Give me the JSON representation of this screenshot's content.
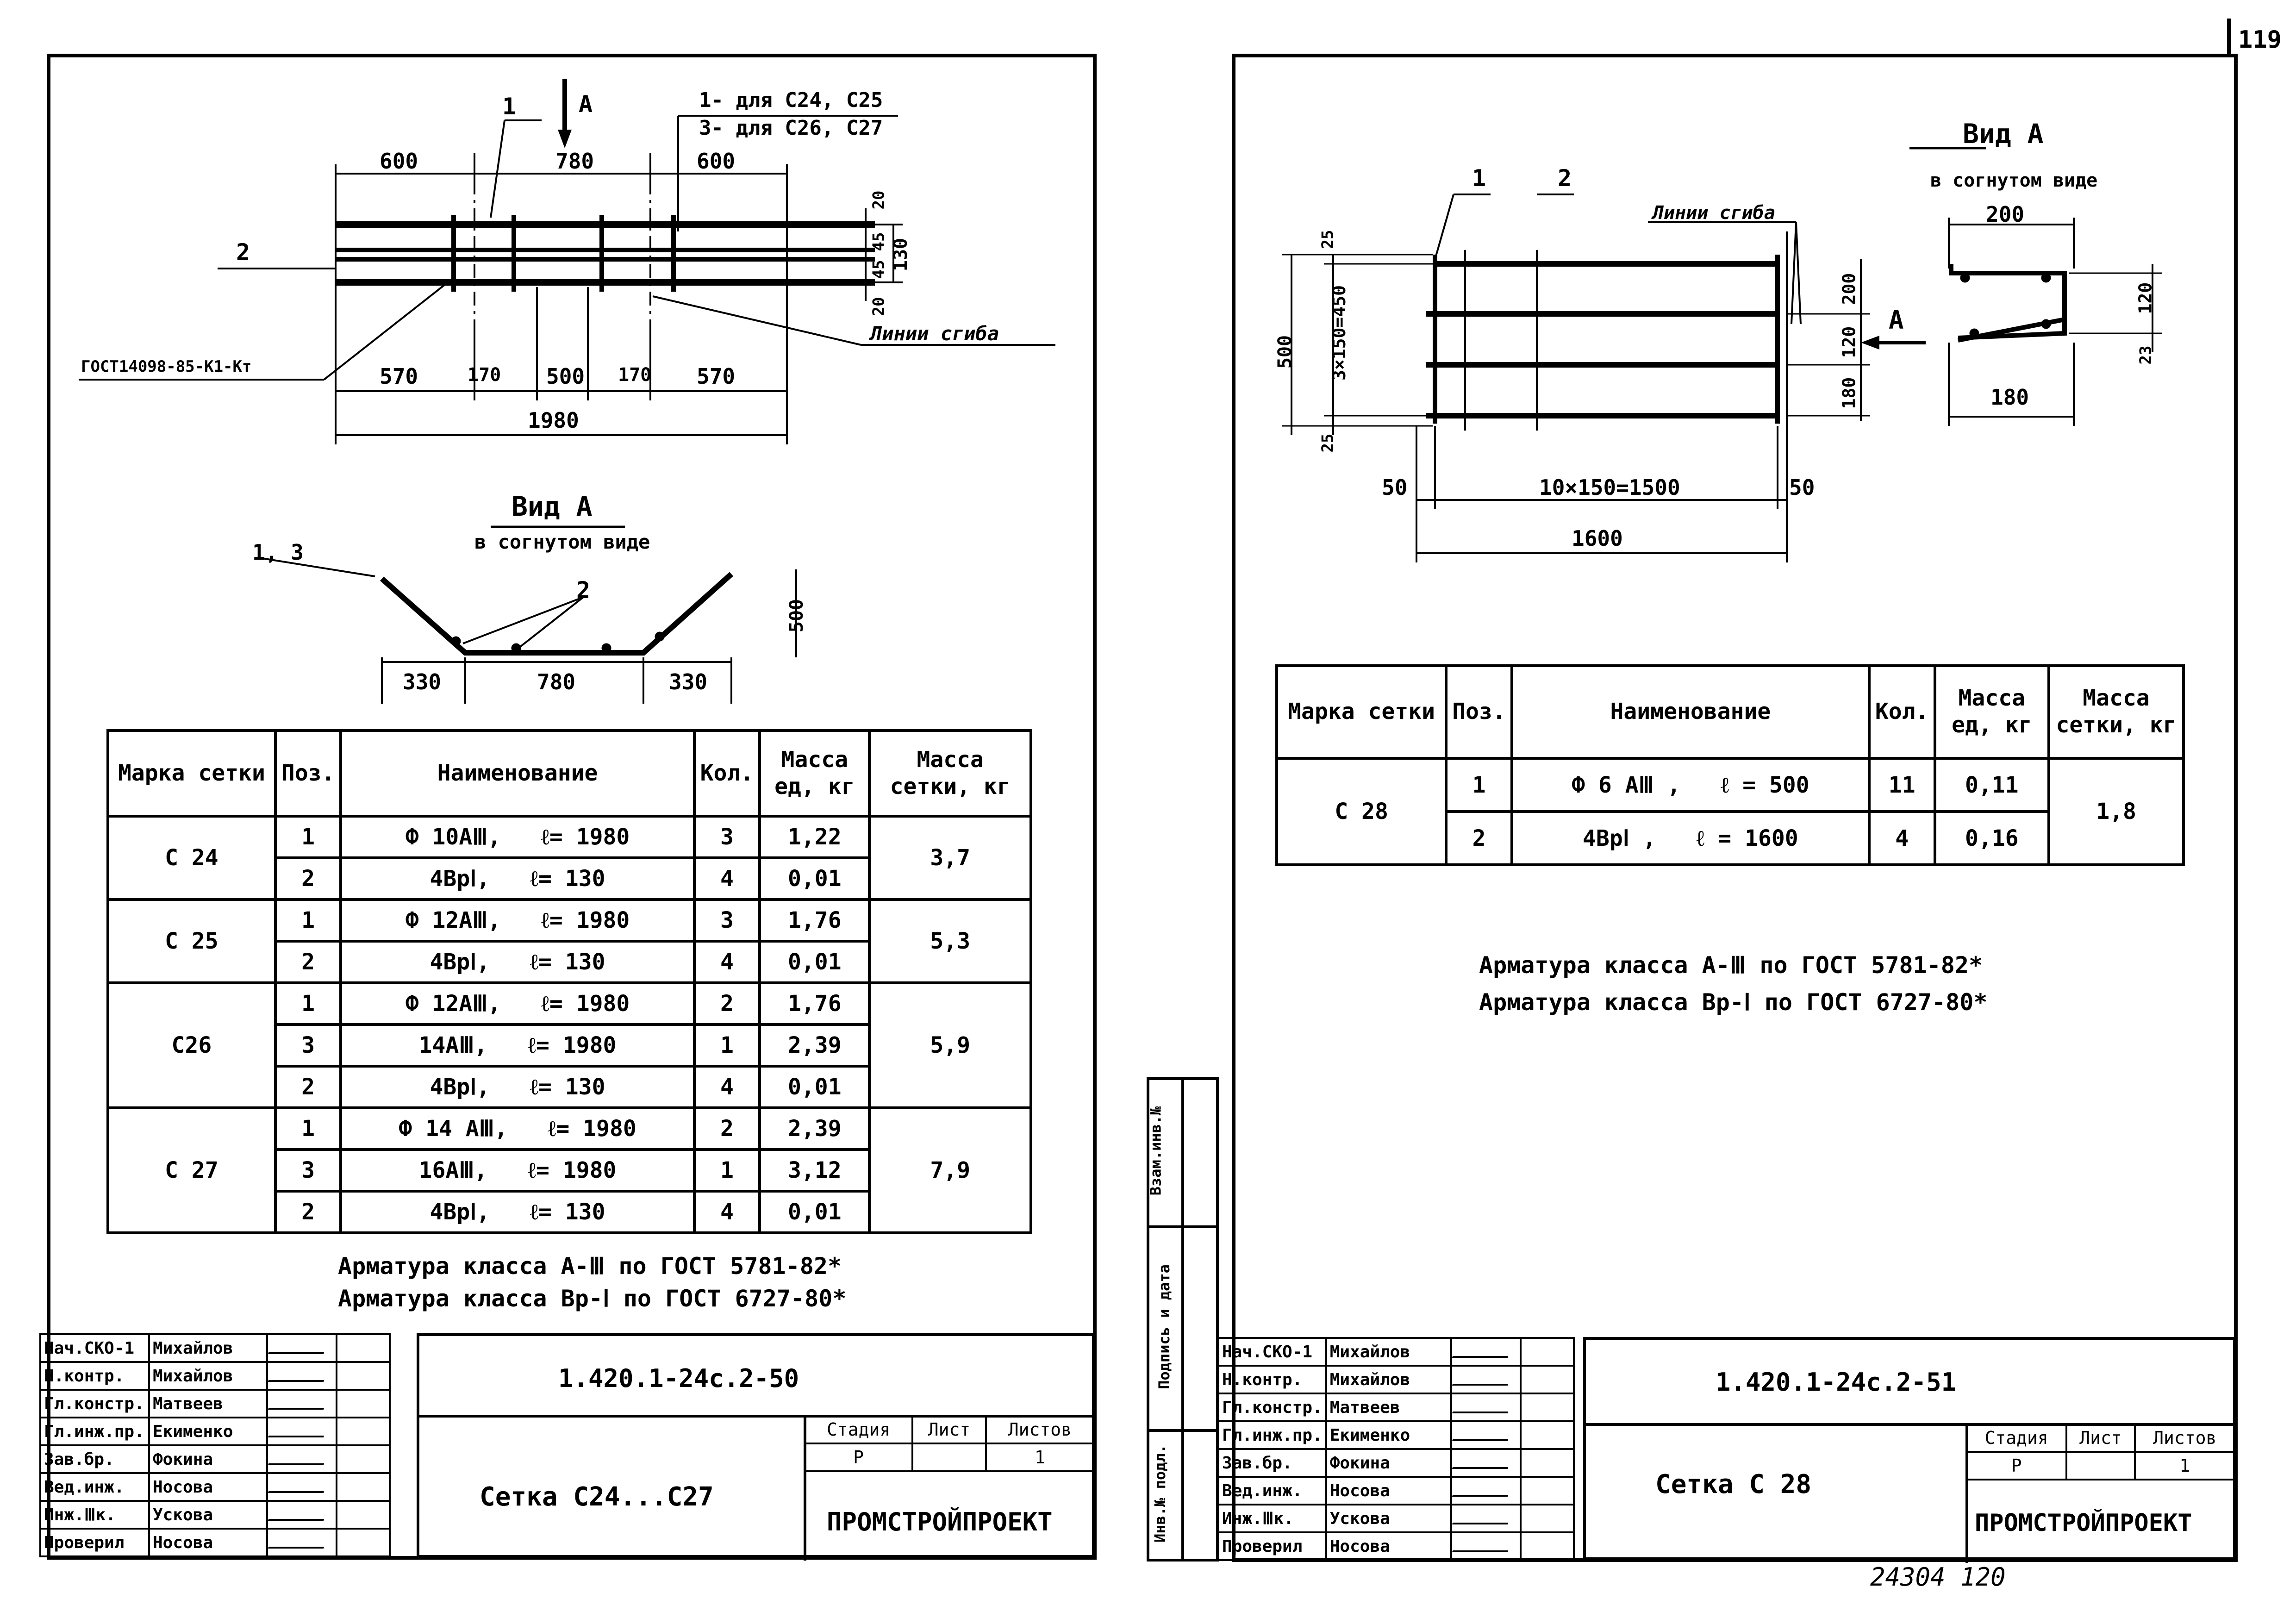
{
  "page_number": "119",
  "footer_number": "24304  120",
  "left": {
    "section_label": "Вид А",
    "section_sub": "в согнутом виде",
    "arrow_label": "А",
    "pos_note_1": "1- для С24, С25",
    "pos_note_2": "3- для С26, С27",
    "callout_1": "1",
    "callout_2": "2",
    "callout_13": "1, 3",
    "callout_2b": "2",
    "bend_lines": "Линии сгиба",
    "gost_ref": "ГОСТ14098-85-К1-Кт",
    "dims_top": [
      "600",
      "780",
      "600"
    ],
    "dims_bottom": [
      "570",
      "170",
      "500",
      "170",
      "570"
    ],
    "dim_total": "1980",
    "dims_right": [
      "20",
      "45",
      "45",
      "20",
      "130"
    ],
    "dims_bent": [
      "330",
      "780",
      "330"
    ],
    "dim_bent_h": "500",
    "table": {
      "headers": [
        "Марка сетки",
        "Поз.",
        "Наименование",
        "Кол.",
        "Масса ед, кг",
        "Масса сетки, кг"
      ],
      "groups": [
        {
          "mark": "С 24",
          "mass_total": "3,7",
          "rows": [
            {
              "pos": "1",
              "name": "Ф  10АⅢ,",
              "len": "ℓ= 1980",
              "qty": "3",
              "mass": "1,22"
            },
            {
              "pos": "2",
              "name": "4ВрⅠ,",
              "len": "ℓ= 130",
              "qty": "4",
              "mass": "0,01"
            }
          ]
        },
        {
          "mark": "С 25",
          "mass_total": "5,3",
          "rows": [
            {
              "pos": "1",
              "name": "Ф  12АⅢ,",
              "len": "ℓ= 1980",
              "qty": "3",
              "mass": "1,76"
            },
            {
              "pos": "2",
              "name": "4ВрⅠ,",
              "len": "ℓ= 130",
              "qty": "4",
              "mass": "0,01"
            }
          ]
        },
        {
          "mark": "С26",
          "mass_total": "5,9",
          "rows": [
            {
              "pos": "1",
              "name": "Ф  12АⅢ,",
              "len": "ℓ= 1980",
              "qty": "2",
              "mass": "1,76"
            },
            {
              "pos": "3",
              "name": "14АⅢ,",
              "len": "ℓ= 1980",
              "qty": "1",
              "mass": "2,39"
            },
            {
              "pos": "2",
              "name": "4ВрⅠ,",
              "len": "ℓ= 130",
              "qty": "4",
              "mass": "0,01"
            }
          ]
        },
        {
          "mark": "С 27",
          "mass_total": "7,9",
          "rows": [
            {
              "pos": "1",
              "name": "Ф 14 АⅢ,",
              "len": "ℓ= 1980",
              "qty": "2",
              "mass": "2,39"
            },
            {
              "pos": "3",
              "name": "16АⅢ,",
              "len": "ℓ= 1980",
              "qty": "1",
              "mass": "3,12"
            },
            {
              "pos": "2",
              "name": "4ВрⅠ,",
              "len": "ℓ= 130",
              "qty": "4",
              "mass": "0,01"
            }
          ]
        }
      ]
    },
    "notes": [
      "Арматура класса  А-Ⅲ по ГОСТ 5781-82*",
      "Арматура класса  Вр-Ⅰ по ГОСТ 6727-80*"
    ],
    "title_block": {
      "doc_code": "1.420.1-24с.2-50",
      "title": "Сетка С24...С27",
      "stage_headers": [
        "Стадия",
        "Лист",
        "Листов"
      ],
      "stage_values": [
        "Р",
        "",
        "1"
      ],
      "org": "ПРОМСТРОЙПРОЕКТ",
      "staff": [
        {
          "role": "Нач.СКО-1",
          "name": "Михайлов"
        },
        {
          "role": "Н.контр.",
          "name": "Михайлов"
        },
        {
          "role": "Гл.констр.",
          "name": "Матвеев"
        },
        {
          "role": "Гл.инж.пр.",
          "name": "Екименко"
        },
        {
          "role": "Зав.бр.",
          "name": "Фокина"
        },
        {
          "role": "Вед.инж.",
          "name": "Носова"
        },
        {
          "role": "Инж.Ⅲк.",
          "name": "Ускова"
        },
        {
          "role": "Проверил",
          "name": "Носова"
        }
      ]
    }
  },
  "right": {
    "section_label": "Вид А",
    "section_sub": "в согнутом виде",
    "arrow_label": "А",
    "callout_1": "1",
    "callout_2": "2",
    "bend_lines": "Линии сгиба",
    "dims_left": [
      "25",
      "3×150=450",
      "25",
      "500"
    ],
    "dims_bottom": [
      "50",
      "10×150=1500",
      "50"
    ],
    "dim_total": "1600",
    "dims_right": [
      "200",
      "120",
      "180"
    ],
    "dims_bent": [
      "200",
      "120",
      "23",
      "180"
    ],
    "table": {
      "headers": [
        "Марка сетки",
        "Поз.",
        "Наименование",
        "Кол.",
        "Масса ед, кг",
        "Масса сетки, кг"
      ],
      "groups": [
        {
          "mark": "С 28",
          "mass_total": "1,8",
          "rows": [
            {
              "pos": "1",
              "name": "Ф 6 АⅢ ,",
              "len": "ℓ = 500",
              "qty": "11",
              "mass": "0,11"
            },
            {
              "pos": "2",
              "name": "4ВрⅠ ,",
              "len": "ℓ = 1600",
              "qty": "4",
              "mass": "0,16"
            }
          ]
        }
      ]
    },
    "notes": [
      "Арматура класса  А-Ⅲ по ГОСТ 5781-82*",
      "Арматура класса  Вр-Ⅰ по ГОСТ 6727-80*"
    ],
    "side_stamps": [
      "Взам.инв.№",
      "Подпись и дата",
      "Инв.№ подл."
    ],
    "title_block": {
      "doc_code": "1.420.1-24с.2-51",
      "title": "Сетка С 28",
      "stage_headers": [
        "Стадия",
        "Лист",
        "Листов"
      ],
      "stage_values": [
        "Р",
        "",
        "1"
      ],
      "org": "ПРОМСТРОЙПРОЕКТ",
      "staff": [
        {
          "role": "Нач.СКО-1",
          "name": "Михайлов"
        },
        {
          "role": "Н.контр.",
          "name": "Михайлов"
        },
        {
          "role": "Гл.констр.",
          "name": "Матвеев"
        },
        {
          "role": "Гл.инж.пр.",
          "name": "Екименко"
        },
        {
          "role": "Зав.бр.",
          "name": "Фокина"
        },
        {
          "role": "Вед.инж.",
          "name": "Носова"
        },
        {
          "role": "Инж.Ⅲк.",
          "name": "Ускова"
        },
        {
          "role": "Проверил",
          "name": "Носова"
        }
      ]
    }
  }
}
